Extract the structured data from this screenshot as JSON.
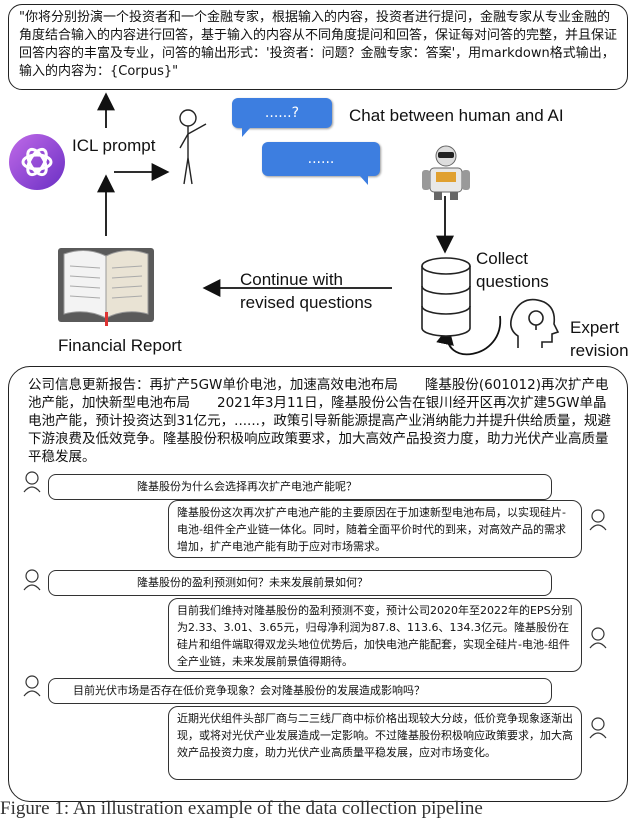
{
  "prompt": {
    "text": "\"你将分别扮演一个投资者和一个金融专家，根据输入的内容，投资者进行提问，金融专家从专业金融的角度结合输入的内容进行回答，基于输入的内容从不同角度提问和回答，保证每对问答的完整，并且保证回答内容的丰富及专业，问答的输出形式：'投资者：问题？金融专家：答案'，用markdown格式输出，输入的内容为：{Corpus}\""
  },
  "labels": {
    "icl_prompt": "ICL prompt",
    "chat": "Chat between human and AI",
    "bubble1": "......?",
    "bubble2": "......",
    "collect_line1": "Collect",
    "collect_line2": "questions",
    "continue_line1": "Continue with",
    "continue_line2": "revised questions",
    "financial_report": "Financial Report",
    "expert_line1": "Expert",
    "expert_line2": "revision"
  },
  "report": {
    "paragraph": "公司信息更新报告：再扩产5GW单价电池，加速高效电池布局　　隆基股份(601012)再次扩产电池产能，加快新型电池布局　　2021年3月11日，隆基股份公告在银川经开区再次扩建5GW单晶电池产能，预计投资达到31亿元，......，政策引导新能源提高产业消纳能力并提升供给质量，规避下游浪费及低效竞争。隆基股份积极响应政策要求，加大高效产品投资力度，助力光伏产业高质量平稳发展。",
    "q1": "隆基股份为什么会选择再次扩产电池产能呢？",
    "a1": "隆基股份这次再次扩产电池产能的主要原因在于加速新型电池布局，以实现硅片-电池-组件全产业链一体化。同时，随着全面平价时代的到来，对高效产品的需求增加，扩产电池产能有助于应对市场需求。",
    "q2": "隆基股份的盈利预测如何？未来发展前景如何？",
    "a2": "目前我们维持对隆基股份的盈利预测不变，预计公司2020年至2022年的EPS分别为2.33、3.01、3.65元，归母净利润为87.8、113.6、134.3亿元。隆基股份在硅片和组件端取得双龙头地位优势后，加快电池产能配套，实现全硅片-电池-组件全产业链，未来发展前景值得期待。",
    "q3": "目前光伏市场是否存在低价竞争现象？会对隆基股份的发展造成影响吗？",
    "a3": "近期光伏组件头部厂商与二三线厂商中标价格出现较大分歧，低价竞争现象逐渐出现，或将对光伏产业发展造成一定影响。不过隆基股份积极响应政策要求，加大高效产品投资力度，助力光伏产业高质量平稳发展，应对市场变化。"
  },
  "caption": "Figure 1: An illustration example of the data collection pipeline",
  "colors": {
    "bubble": "#3d7ee0",
    "logo": "#8a3fd6"
  }
}
